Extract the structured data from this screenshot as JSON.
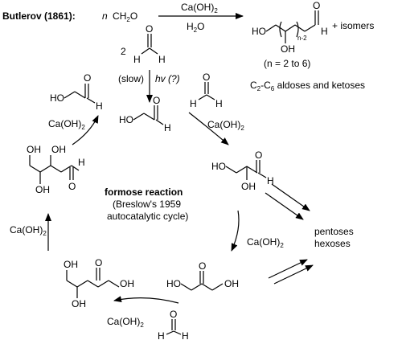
{
  "butlerov": {
    "title": "Butlerov (1861):",
    "reactant_n": "n",
    "reactant": "CH",
    "reactant_sub": "2",
    "reactant_tail": "O",
    "reagent_top": "Ca(OH)",
    "reagent_top_sub": "2",
    "reagent_bottom": "H",
    "reagent_bottom_sub": "2",
    "reagent_bottom_tail": "O",
    "plus_isomers": "+  isomers",
    "n_range": "(n = 2 to 6)",
    "aldoses_a": "C",
    "aldoses_s1": "2",
    "aldoses_b": "-C",
    "aldoses_s2": "6",
    "aldoses_c": " aldoses and ketoses",
    "subscript_n2": "n-2"
  },
  "cycle": {
    "center_title": "formose reaction",
    "center_line2": "(Breslow's 1959",
    "center_line3": "autocatalytic cycle)",
    "two": "2",
    "slow": "(slow)",
    "hv": "hv (?)",
    "ca": "Ca(OH)",
    "ca_sub": "2",
    "products": [
      "pentoses",
      "hexoses"
    ]
  },
  "atoms": {
    "O": "O",
    "H": "H",
    "HO": "HO",
    "OH": "OH"
  }
}
